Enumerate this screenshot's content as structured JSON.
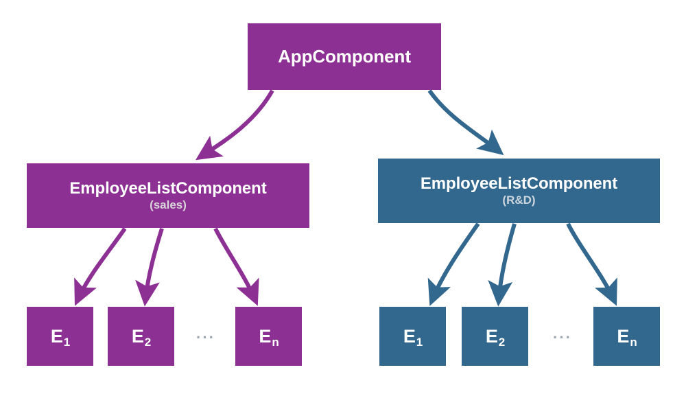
{
  "diagram": {
    "title": "Angular component tree with two EmployeeListComponent instances",
    "type": "tree",
    "background": "#ffffff",
    "colors": {
      "purple": "#8d3094",
      "blue": "#32678e",
      "node_text": "#ffffff",
      "subtitle_purple": "#d9d3da",
      "subtitle_blue": "#cdd6dd",
      "ellipsis": "#9aa6b2"
    }
  },
  "root": {
    "label": "AppComponent",
    "color": "#8d3094"
  },
  "branches": [
    {
      "id": "sales",
      "label": "EmployeeListComponent",
      "subtitle": "(sales)",
      "color": "#8d3094",
      "ellipsis": "···",
      "leaves": [
        {
          "base": "E",
          "sub": "1"
        },
        {
          "base": "E",
          "sub": "2"
        },
        {
          "base": "E",
          "sub": "n"
        }
      ]
    },
    {
      "id": "rnd",
      "label": "EmployeeListComponent",
      "subtitle": "(R&D)",
      "color": "#32678e",
      "ellipsis": "···",
      "leaves": [
        {
          "base": "E",
          "sub": "1"
        },
        {
          "base": "E",
          "sub": "2"
        },
        {
          "base": "E",
          "sub": "n"
        }
      ]
    }
  ],
  "edges": [
    {
      "from": "AppComponent",
      "to": "EmployeeListComponent (sales)",
      "color": "#8d3094"
    },
    {
      "from": "AppComponent",
      "to": "EmployeeListComponent (R&D)",
      "color": "#32678e"
    },
    {
      "from": "EmployeeListComponent (sales)",
      "to": "E1",
      "color": "#8d3094"
    },
    {
      "from": "EmployeeListComponent (sales)",
      "to": "E2",
      "color": "#8d3094"
    },
    {
      "from": "EmployeeListComponent (sales)",
      "to": "En",
      "color": "#8d3094"
    },
    {
      "from": "EmployeeListComponent (R&D)",
      "to": "E1",
      "color": "#32678e"
    },
    {
      "from": "EmployeeListComponent (R&D)",
      "to": "E2",
      "color": "#32678e"
    },
    {
      "from": "EmployeeListComponent (R&D)",
      "to": "En",
      "color": "#32678e"
    }
  ]
}
